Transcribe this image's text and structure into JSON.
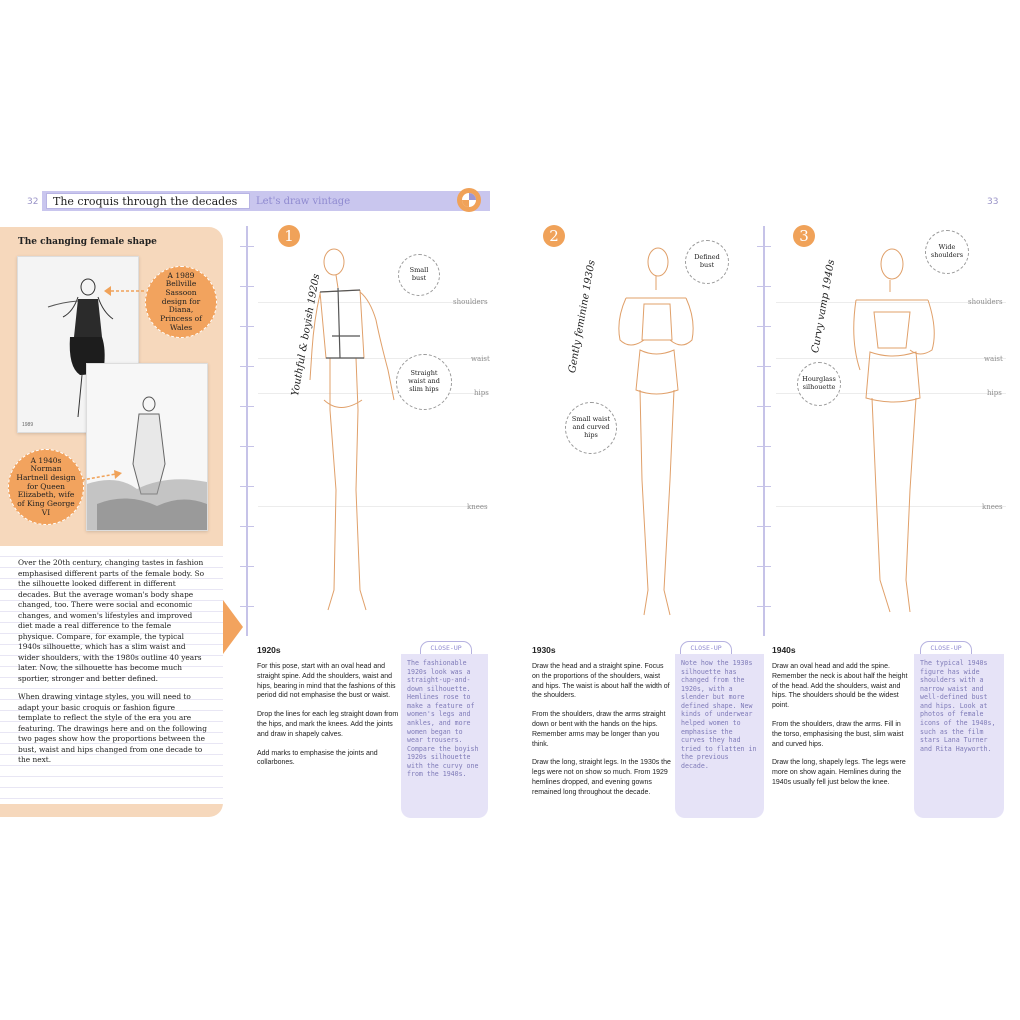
{
  "header": {
    "left_page_number": "32",
    "right_page_number": "33",
    "chapter_title": "The croquis through the decades",
    "section_title": "Let's draw vintage",
    "logo_icon": "palette-icon"
  },
  "sidebar": {
    "title": "The changing female shape",
    "callout_1": "A 1989 Bellville Sassoon design for Diana, Princess of Wales",
    "callout_2": "A 1940s Norman Hartnell design for Queen Elizabeth, wife of King George VI",
    "photo_1_caption": "1989",
    "paragraph_1": "Over the 20th century, changing tastes in fashion emphasised different parts of the female body. So the silhouette looked different in different decades. But the average woman's body shape changed, too. There were social and economic changes, and women's lifestyles and improved diet made a real difference to the female physique. Compare, for example, the typical 1940s silhouette, which has a slim waist and wider shoulders, with the 1980s outline 40 years later. Now, the silhouette has become much sportier, stronger and better defined.",
    "paragraph_2": "When drawing vintage styles, you will need to adapt your basic croquis or fashion figure template to reflect the style of the era you are featuring. The drawings here and on the following two pages show how the proportions between the bust, waist and hips changed from one decade to the next."
  },
  "measures": {
    "shoulders": "shoulders",
    "waist": "waist",
    "hips": "hips",
    "knees": "knees"
  },
  "figures": [
    {
      "number": "1",
      "label": "Youthful & boyish 1920s",
      "bubble_1": "Small bust",
      "bubble_2": "Straight waist and slim hips",
      "decade": "1920s",
      "instructions": [
        "For this pose, start with an oval head and straight spine. Add the shoulders, waist and hips, bearing in mind that the fashions of this period did not emphasise the bust or waist.",
        "Drop the lines for each leg straight down from the hips, and mark the knees. Add the joints and draw in shapely calves.",
        "Add marks to emphasise the joints and collarbones."
      ],
      "closeup_tag": "CLOSE-UP",
      "closeup": "The fashionable 1920s look was a straight-up-and-down silhouette. Hemlines rose to make a feature of women's legs and ankles, and more women began to wear trousers. Compare the boyish 1920s silhouette with the curvy one from the 1940s."
    },
    {
      "number": "2",
      "label": "Gently feminine 1930s",
      "bubble_1": "Defined bust",
      "bubble_2": "Small waist and curved hips",
      "decade": "1930s",
      "instructions": [
        "Draw the head and a straight spine. Focus on the proportions of the shoulders, waist and hips. The waist is about half the width of the shoulders.",
        "From the shoulders, draw the arms straight down or bent with the hands on the hips. Remember arms may be longer than you think.",
        "Draw the long, straight legs. In the 1930s the legs were not on show so much. From 1929 hemlines dropped, and evening gowns remained long throughout the decade."
      ],
      "closeup_tag": "CLOSE-UP",
      "closeup": "Note how the 1930s silhouette has changed from the 1920s, with a slender but more defined shape. New kinds of underwear helped women to emphasise the curves they had tried to flatten in the previous decade."
    },
    {
      "number": "3",
      "label": "Curvy vamp 1940s",
      "bubble_1": "Wide shoulders",
      "bubble_2": "Hourglass silhouette",
      "decade": "1940s",
      "instructions": [
        "Draw an oval head and add the spine. Remember the neck is about half the height of the head. Add the shoulders, waist and hips. The shoulders should be the widest point.",
        "From the shoulders, draw the arms. Fill in the torso, emphasising the bust, slim waist and curved hips.",
        "Draw the long, shapely legs. The legs were more on show again. Hemlines during the 1940s usually fell just below the knee."
      ],
      "closeup_tag": "CLOSE-UP",
      "closeup": "The typical 1940s figure has wide shoulders with a narrow waist and well-defined bust and hips. Look at photos of female icons of the 1940s, such as the film stars Lana Turner and Rita Hayworth."
    }
  ],
  "colors": {
    "accent_orange": "#f0a259",
    "header_lavender": "#c9c6ee",
    "closeup_lavender": "#e6e3f7",
    "sketch_line": "#e0a06a"
  }
}
